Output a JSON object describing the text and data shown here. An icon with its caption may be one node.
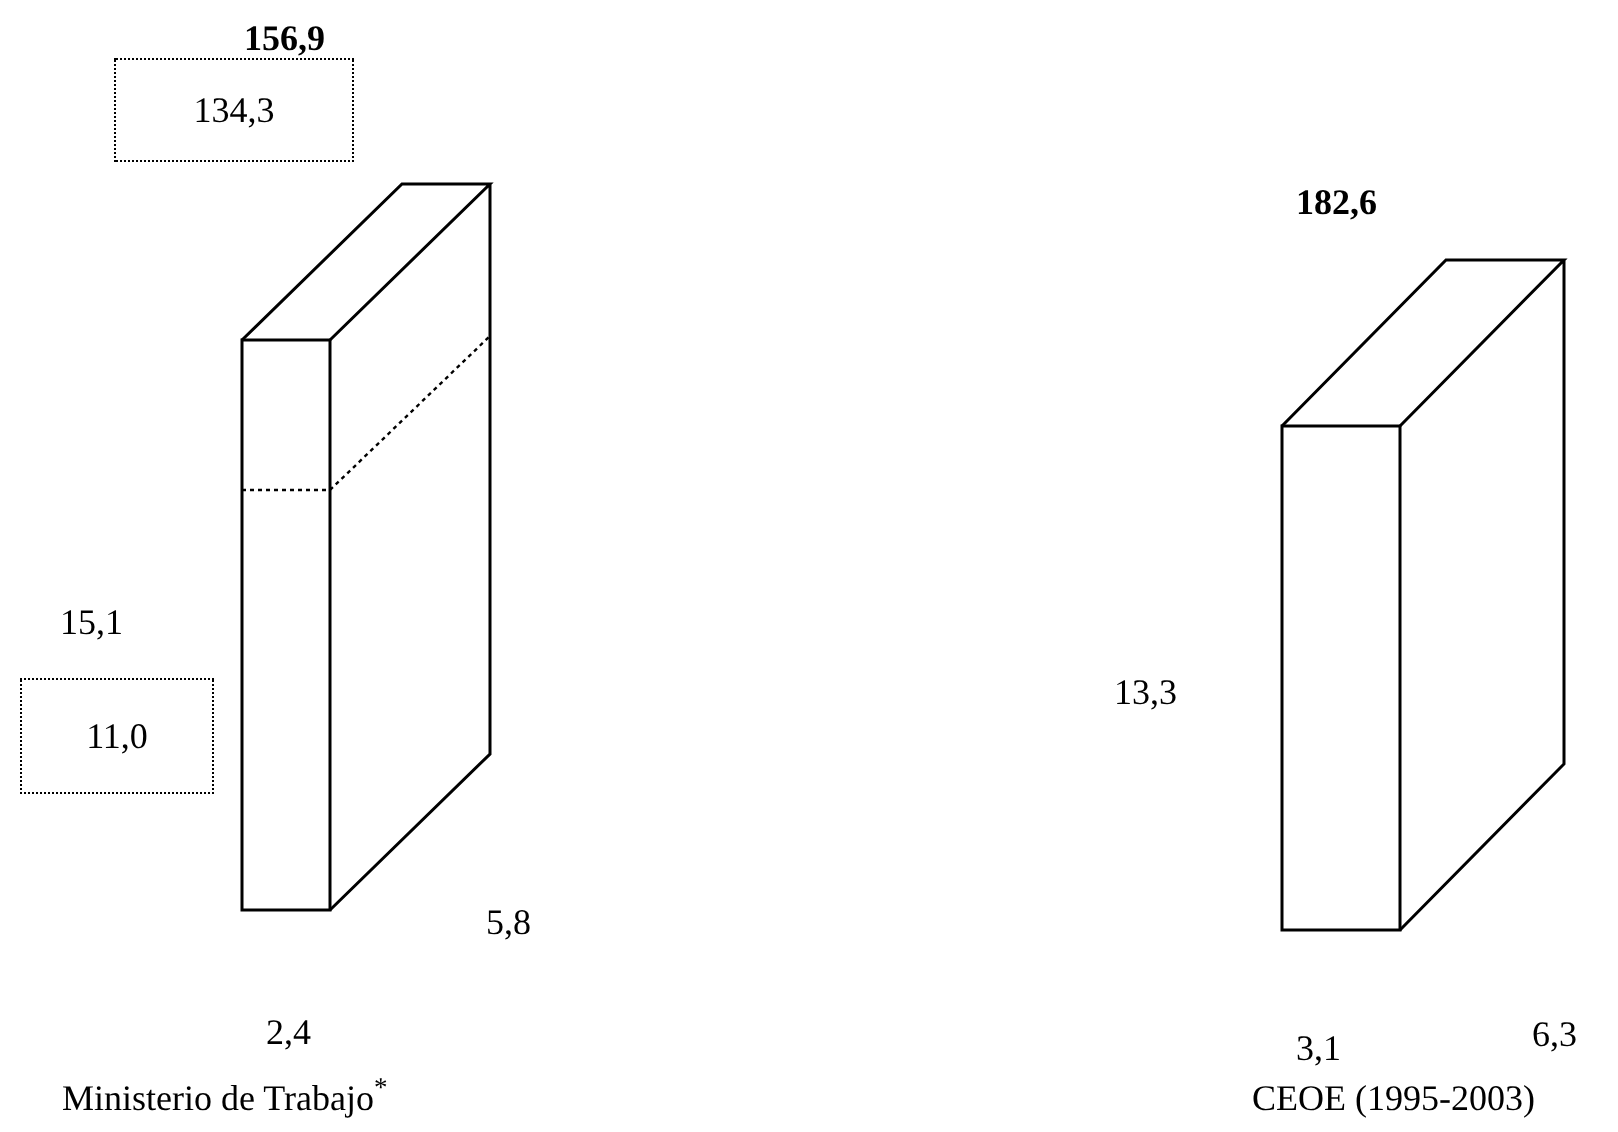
{
  "diagram": {
    "nodes": [
      {
        "text": [
          "134,3"
        ]
      },
      {
        "text": [
          "11,0"
        ]
      }
    ],
    "labels": [
      "156,9",
      "182,6",
      "15,1",
      "5,8",
      "13,3",
      "6,3",
      "2,4",
      "3,1",
      "Ministerio de Trabajo$^{*}$",
      "CEOE (1995-2003)"
    ]
  }
}
